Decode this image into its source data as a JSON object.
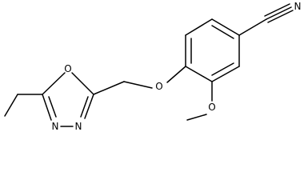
{
  "molecule": {
    "atoms": {
      "oxadiazole_oxygen": "O",
      "ether_oxygen": "O",
      "methoxy_oxygen": "O",
      "nitrogen_left": "N",
      "nitrogen_right": "N",
      "nitrile_nitrogen": "N"
    },
    "bond_color": "#000000",
    "background": "#ffffff"
  }
}
